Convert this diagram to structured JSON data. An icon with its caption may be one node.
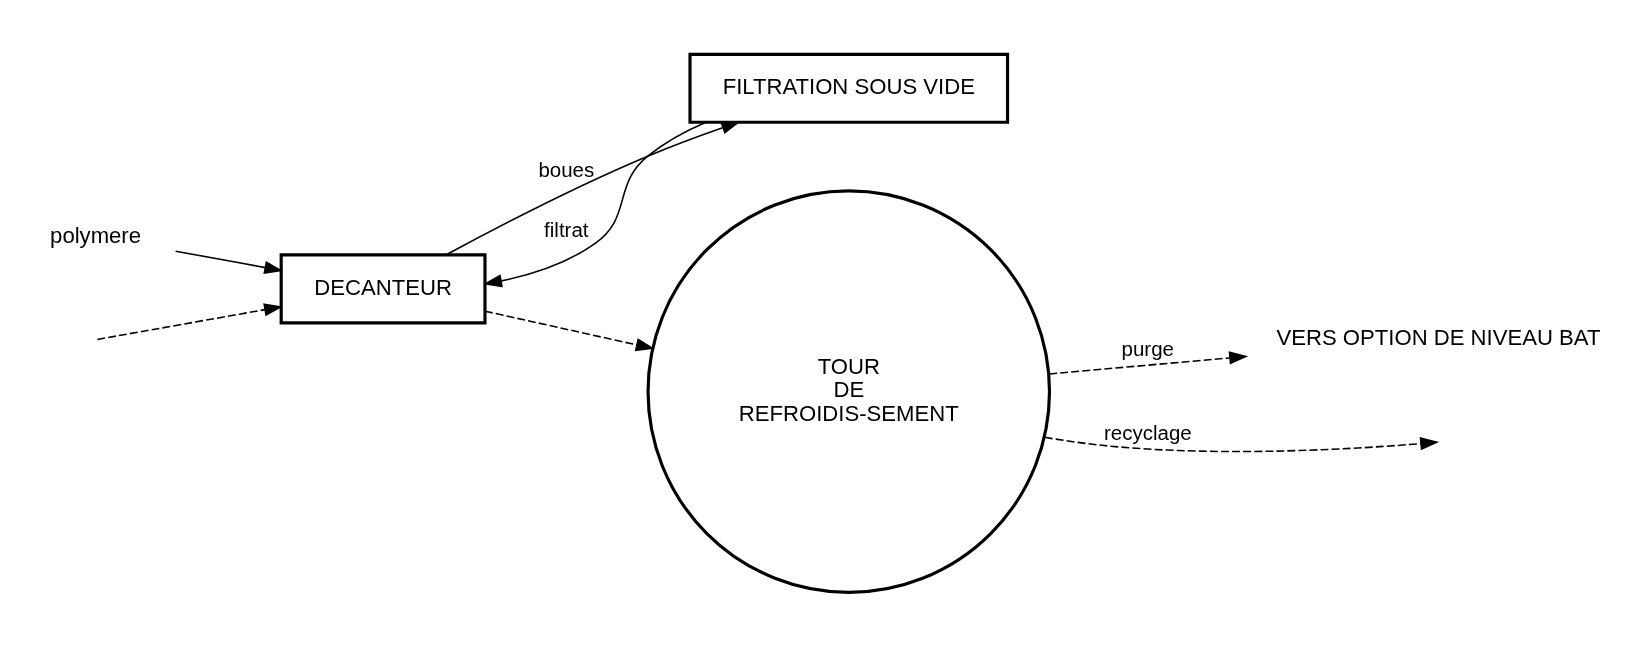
{
  "diagram": {
    "nodes": [
      {
        "text": [
          "DECANTEUR"
        ]
      },
      {
        "text": [
          "FILTRATION SOUS VIDE"
        ]
      },
      {
        "text": [
          "TOUR DE REFROIDIS-SEMENT"
        ]
      },
      {
        "text": [
          "polymere"
        ]
      },
      {
        "text": [
          "VERS OPTION DE NIVEAU BAT"
        ]
      }
    ],
    "edges": [
      {
        "from": null,
        "to": 0,
        "arrow": "to",
        "style": "dashed"
      },
      {
        "from": 3,
        "to": 0,
        "arrow": "to"
      },
      {
        "from": 1,
        "to": 0,
        "arrow": "to",
        "label": "filtrat"
      },
      {
        "from": 0,
        "to": 1,
        "arrow": "to",
        "label": "boues"
      },
      {
        "from": 0,
        "to": 2,
        "arrow": "to",
        "style": "dashed"
      },
      {
        "from": 2,
        "to": 4,
        "arrow": "to",
        "label": "purge",
        "style": "dashed"
      },
      {
        "from": 2,
        "to": null,
        "arrow": "to",
        "label": "recyclage",
        "style": "dashed"
      }
    ]
  }
}
